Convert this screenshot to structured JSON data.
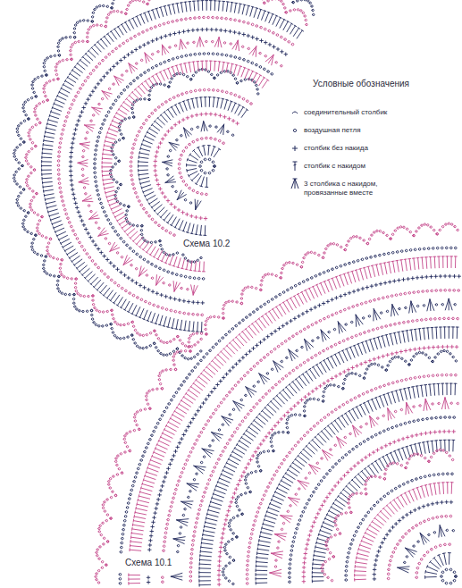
{
  "diagram": {
    "title": "Условные обозначения",
    "labels": [
      "Схема 10.2",
      "Схема 10.1"
    ],
    "legend": [
      {
        "text": "соединительный столбик"
      },
      {
        "text": "воздушная петля"
      },
      {
        "text": "столбик без накида"
      },
      {
        "text": "столбик с накидом"
      },
      {
        "text": "3 столбика с накидом, провязанные вместе"
      }
    ]
  }
}
